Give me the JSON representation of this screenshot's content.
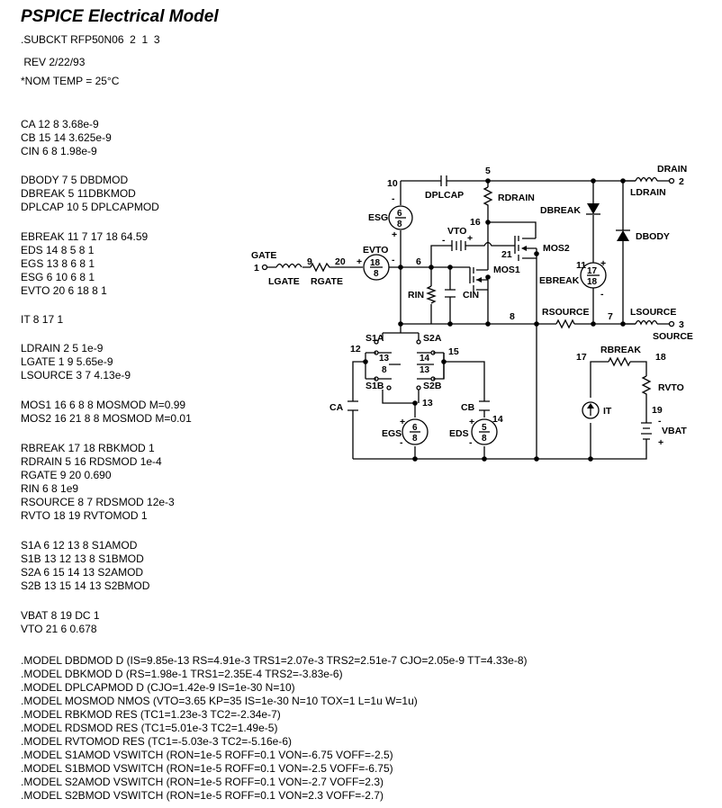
{
  "title": "PSPICE Electrical Model",
  "header": {
    "subckt": ".SUBCKT RFP50N06  2  1  3",
    "rev": " REV 2/22/93",
    "nom_temp": "*NOM TEMP = 25°C"
  },
  "netlist": {
    "capacitors": [
      "CA 12 8 3.68e-9",
      "CB 15 14 3.625e-9",
      "CIN 6 8 1.98e-9"
    ],
    "diodes": [
      "DBODY 7 5 DBDMOD",
      "DBREAK 5 11DBKMOD",
      "DPLCAP 10 5 DPLCAPMOD"
    ],
    "sources_e": [
      "EBREAK 11 7 17 18 64.59",
      "EDS 14 8 5 8 1",
      "EGS 13 8 6 8 1",
      "ESG 6 10 6 8 1",
      "EVTO 20 6 18 8 1"
    ],
    "current": [
      "IT 8 17 1"
    ],
    "inductors": [
      "LDRAIN 2 5 1e-9",
      "LGATE 1 9 5.65e-9",
      "LSOURCE 3 7 4.13e-9"
    ],
    "mosfets": [
      "MOS1 16 6 8 8 MOSMOD M=0.99",
      "MOS2 16 21 8 8 MOSMOD M=0.01"
    ],
    "resistors": [
      "RBREAK 17 18 RBKMOD 1",
      "RDRAIN 5 16 RDSMOD 1e-4",
      "RGATE 9 20 0.690",
      "RIN 6 8 1e9",
      "RSOURCE 8 7 RDSMOD 12e-3",
      "RVTO 18 19 RVTOMOD 1"
    ],
    "switches": [
      "S1A 6 12 13 8 S1AMOD",
      "S1B 13 12 13 8 S1BMOD",
      "S2A 6 15 14 13 S2AMOD",
      "S2B 13 15 14 13 S2BMOD"
    ],
    "voltages": [
      "VBAT 8 19 DC 1",
      "VTO 21 6 0.678"
    ],
    "models": [
      ".MODEL DBDMOD D (IS=9.85e-13 RS=4.91e-3 TRS1=2.07e-3 TRS2=2.51e-7 CJO=2.05e-9 TT=4.33e-8)",
      ".MODEL DBKMOD D (RS=1.98e-1 TRS1=2.35E-4 TRS2=-3.83e-6)",
      ".MODEL DPLCAPMOD D (CJO=1.42e-9 IS=1e-30 N=10)",
      ".MODEL MOSMOD NMOS (VTO=3.65 KP=35 IS=1e-30 N=10 TOX=1 L=1u W=1u)",
      ".MODEL RBKMOD RES (TC1=1.23e-3 TC2=-2.34e-7)",
      ".MODEL RDSMOD RES (TC1=5.01e-3 TC2=1.49e-5)",
      ".MODEL RVTOMOD RES (TC1=-5.03e-3 TC2=-5.16e-6)",
      ".MODEL S1AMOD VSWITCH (RON=1e-5 ROFF=0.1 VON=-6.75 VOFF=-2.5)",
      ".MODEL S1BMOD VSWITCH (RON=1e-5 ROFF=0.1 VON=-2.5 VOFF=-6.75)",
      ".MODEL S2AMOD VSWITCH (RON=1e-5 ROFF=0.1 VON=-2.7 VOFF=2.3)",
      ".MODEL S2BMOD VSWITCH (RON=1e-5 ROFF=0.1 VON=2.3 VOFF=-2.7)"
    ]
  },
  "schematic": {
    "terminals": {
      "gate": "GATE",
      "gate_num": "1",
      "drain": "DRAIN",
      "drain_num": "2",
      "source": "SOURCE",
      "source_num": "3"
    },
    "components": {
      "lgate": "LGATE",
      "rgate": "RGATE",
      "evto": "EVTO",
      "esg": "ESG",
      "dplcap": "DPLCAP",
      "rdrain": "RDRAIN",
      "vto": "VTO",
      "mos1": "MOS1",
      "mos2": "MOS2",
      "rin": "RIN",
      "cin": "CIN",
      "dbreak": "DBREAK",
      "ebreak": "EBREAK",
      "dbody": "DBODY",
      "ldrain": "LDRAIN",
      "lsource": "LSOURCE",
      "rsource": "RSOURCE",
      "s1a": "S1A",
      "s1b": "S1B",
      "s2a": "S2A",
      "s2b": "S2B",
      "ca": "CA",
      "cb": "CB",
      "egs": "EGS",
      "eds": "EDS",
      "it": "IT",
      "rbreak": "RBREAK",
      "rvto": "RVTO",
      "vbat": "VBAT"
    },
    "fractions": {
      "esg": [
        "6",
        "8"
      ],
      "evto": [
        "18",
        "8"
      ],
      "ebreak": [
        "17",
        "18"
      ],
      "s1": [
        "13",
        "8"
      ],
      "s2": [
        "14",
        "13"
      ],
      "egs": [
        "6",
        "8"
      ],
      "eds": [
        "5",
        "8"
      ]
    },
    "nodes": {
      "n5": "5",
      "n6": "6",
      "n7": "7",
      "n8": "8",
      "n9": "9",
      "n10": "10",
      "n11": "11",
      "n12": "12",
      "n13": "13",
      "n14": "14",
      "n15": "15",
      "n16": "16",
      "n17": "17",
      "n18": "18",
      "n19": "19",
      "n20": "20",
      "n21": "21"
    },
    "signs": {
      "plus": "+",
      "minus": "-"
    }
  }
}
